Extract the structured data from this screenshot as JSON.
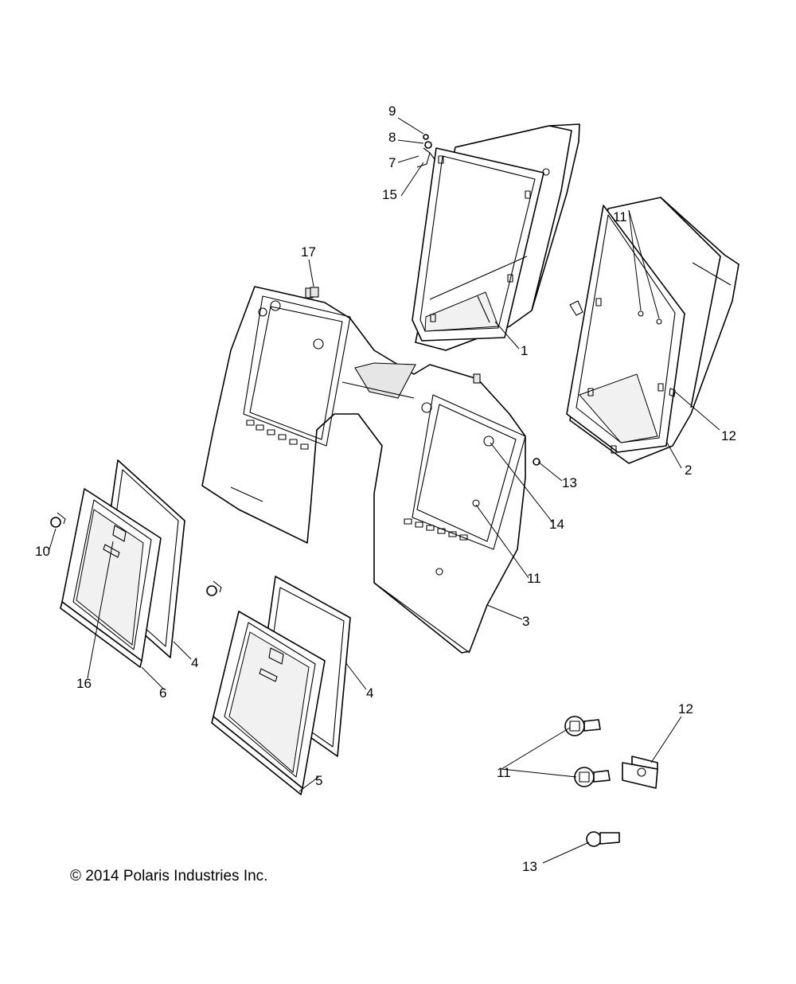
{
  "diagram": {
    "callouts": {
      "c1": "1",
      "c2": "2",
      "c3": "3",
      "c4a": "4",
      "c4b": "4",
      "c5": "5",
      "c6": "6",
      "c7": "7",
      "c8": "8",
      "c9": "9",
      "c10": "10",
      "c11a": "11",
      "c11b": "11",
      "c11c": "11",
      "c12a": "12",
      "c12b": "12",
      "c13a": "13",
      "c13b": "13",
      "c14": "14",
      "c15": "15",
      "c16": "16",
      "c17": "17"
    },
    "copyright": "© 2014 Polaris Industries Inc."
  }
}
